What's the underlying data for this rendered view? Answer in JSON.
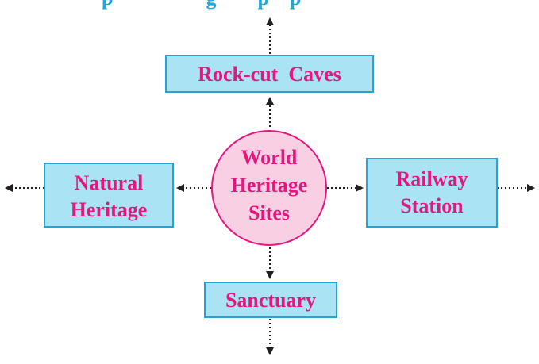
{
  "header_fragment": "p                  g        p    p",
  "center": {
    "lines": [
      "World",
      "Heritage",
      "Sites"
    ]
  },
  "nodes": {
    "top": {
      "lines": [
        "Rock-cut  Caves"
      ]
    },
    "left": {
      "lines": [
        "Natural",
        "Heritage"
      ]
    },
    "right": {
      "lines": [
        "Railway",
        "Station"
      ]
    },
    "bottom": {
      "lines": [
        "Sanctuary"
      ]
    }
  },
  "colors": {
    "box_fill": "#a9e3f4",
    "box_stroke": "#2aa2d0",
    "text": "#e4177c",
    "circle_fill": "#f9cfe4",
    "circle_stroke": "#e4177c",
    "header_text": "#21a6d9",
    "connector": "#231f20"
  }
}
